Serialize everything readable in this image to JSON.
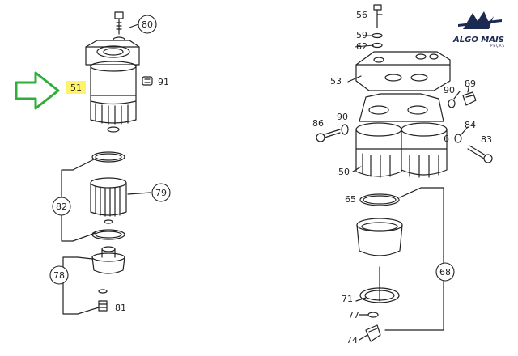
{
  "logo": {
    "name": "ALGO MAIS",
    "tagline": "PEÇAS",
    "color": "#1b2a52"
  },
  "highlight": {
    "label": "51",
    "color": "#fff36a"
  },
  "arrow": {
    "color": "#2fae3a",
    "icon": "right-arrow-icon"
  },
  "left_assembly": {
    "labels": {
      "l80": "80",
      "l91": "91",
      "l82": "82",
      "l79": "79",
      "l78": "78",
      "l81": "81"
    }
  },
  "right_assembly": {
    "labels": {
      "l56": "56",
      "l59": "59",
      "l62": "62",
      "l53": "53",
      "l90a": "90",
      "l89": "89",
      "l86": "86",
      "l90b": "90",
      "l84": "84",
      "l6": "6",
      "l83": "83",
      "l50": "50",
      "l65": "65",
      "l68": "68",
      "l71": "71",
      "l77": "77",
      "l74": "74"
    }
  }
}
